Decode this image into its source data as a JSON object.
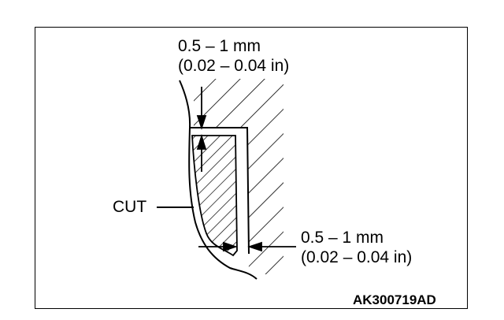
{
  "labels": {
    "top_dim_mm": "0.5 – 1 mm",
    "top_dim_in": "(0.02 – 0.04 in)",
    "right_dim_mm": "0.5 – 1 mm",
    "right_dim_in": "(0.02 – 0.04 in)",
    "cut": "CUT",
    "figure_code": "AK300719AD"
  }
}
